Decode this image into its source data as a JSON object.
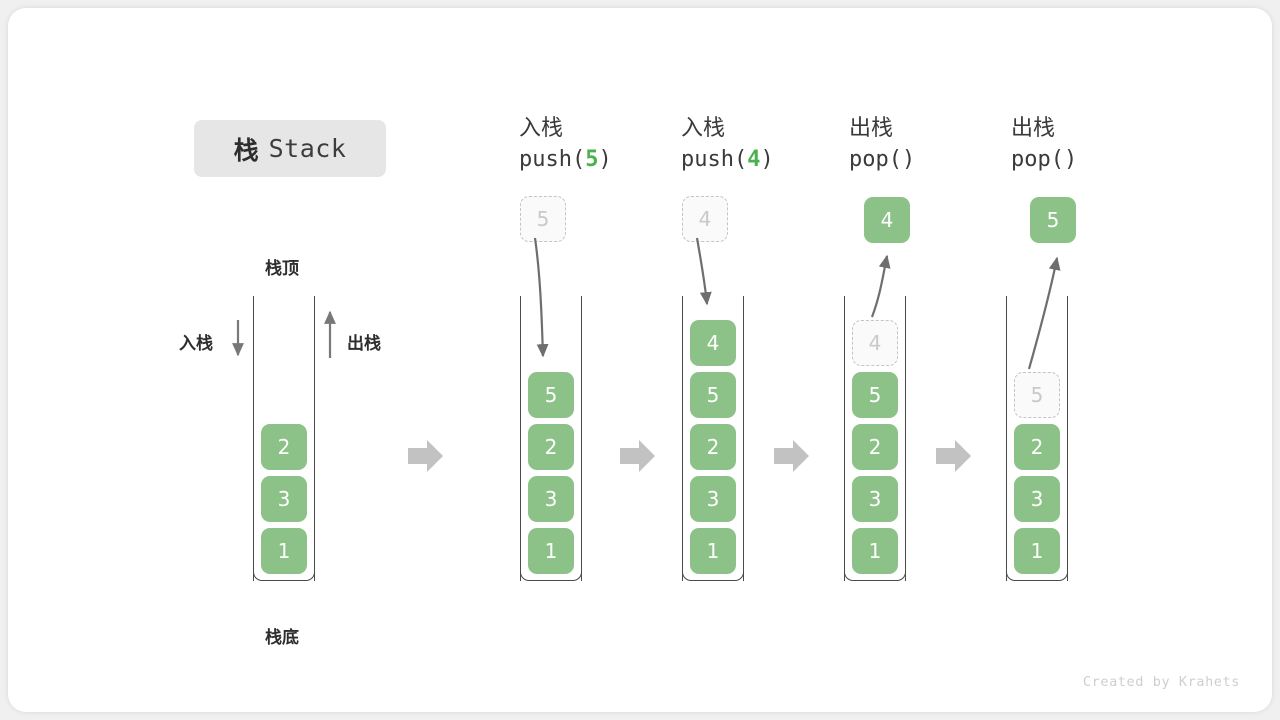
{
  "title": {
    "cn": "栈",
    "en": "Stack"
  },
  "legend": {
    "top_label": "栈顶",
    "bottom_label": "栈底",
    "push_label": "入栈",
    "pop_label": "出栈"
  },
  "credit": "Created by Krahets",
  "colors": {
    "cell_fill": "#8cc288",
    "cell_text": "#ffffff",
    "ghost_fill": "#fafafa",
    "ghost_border": "#c4c4c4",
    "ghost_text": "#c9c9c9",
    "container_stroke": "#4a4a4a",
    "arrow_gray": "#6e6e6e",
    "step_arrow": "#c2c2c2",
    "badge_bg": "#e6e6e6",
    "accent_green": "#4caf50",
    "page_bg": "#f0f0f0",
    "card_bg": "#ffffff"
  },
  "columns": [
    {
      "id": "initial",
      "head_line1": "",
      "head_line2": "",
      "op": "none",
      "stack": [
        "2",
        "3",
        "1"
      ],
      "ghost_in_stack": null,
      "floating": null
    },
    {
      "id": "push-5",
      "head_line1": "入栈",
      "head_line2_prefix": "push(",
      "head_line2_arg": "5",
      "head_line2_suffix": ")",
      "op": "push",
      "stack": [
        "5",
        "2",
        "3",
        "1"
      ],
      "ghost_in_stack": null,
      "floating": {
        "value": "5",
        "style": "ghost"
      }
    },
    {
      "id": "push-4",
      "head_line1": "入栈",
      "head_line2_prefix": "push(",
      "head_line2_arg": "4",
      "head_line2_suffix": ")",
      "op": "push",
      "stack": [
        "4",
        "5",
        "2",
        "3",
        "1"
      ],
      "ghost_in_stack": null,
      "floating": {
        "value": "4",
        "style": "ghost"
      }
    },
    {
      "id": "pop-1",
      "head_line1": "出栈",
      "head_line2_prefix": "pop(",
      "head_line2_arg": "",
      "head_line2_suffix": ")",
      "op": "pop",
      "stack": [
        "5",
        "2",
        "3",
        "1"
      ],
      "ghost_in_stack": "4",
      "floating": {
        "value": "4",
        "style": "solid"
      }
    },
    {
      "id": "pop-2",
      "head_line1": "出栈",
      "head_line2_prefix": "pop(",
      "head_line2_arg": "",
      "head_line2_suffix": ")",
      "op": "pop",
      "stack": [
        "2",
        "3",
        "1"
      ],
      "ghost_in_stack": "5",
      "floating": {
        "value": "5",
        "style": "solid"
      }
    }
  ],
  "step_arrows": 4
}
